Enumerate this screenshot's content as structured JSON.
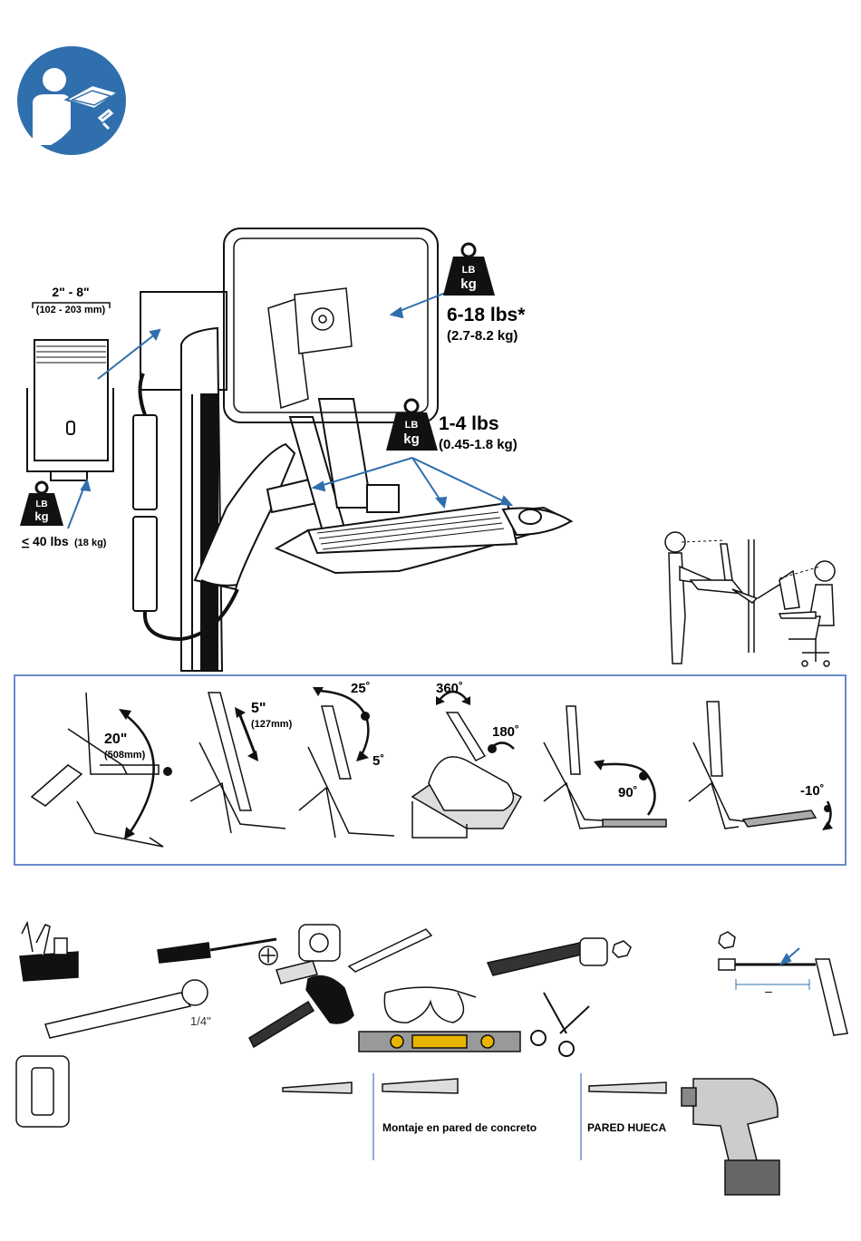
{
  "spec": {
    "tower_width": "2\" - 8\"",
    "tower_width_mm": "(102 - 203 mm)",
    "cpu_weight_prefix": "<",
    "cpu_weight_lbs": "40 lbs",
    "cpu_weight_kg": "(18 kg)",
    "monitor_weight_lbs": "6-18 lbs*",
    "monitor_weight_kg": "(2.7-8.2 kg)",
    "keyboard_weight_lbs": "1-4 lbs",
    "keyboard_weight_kg": "(0.45-1.8 kg)",
    "weight_icon_top": "LB",
    "weight_icon_bottom": "kg"
  },
  "adjustments": [
    {
      "value": "20\"",
      "sub": "(508mm)"
    },
    {
      "value": "5\"",
      "sub": "(127mm)"
    },
    {
      "value": "25˚",
      "sub": "5˚"
    },
    {
      "value": "360˚",
      "sub": "180˚"
    },
    {
      "value": "90˚",
      "sub": ""
    },
    {
      "value": "-10˚",
      "sub": ""
    }
  ],
  "tools": {
    "socket_size": "1/4\"",
    "dimension_dash": "–"
  },
  "drill_labels": {
    "concrete": "Montaje en pared de concreto",
    "hollow": "PARED HUECA"
  },
  "colors": {
    "accent_blue": "#2f6fad",
    "frame_blue": "#6a8cc7",
    "line": "#111111"
  }
}
